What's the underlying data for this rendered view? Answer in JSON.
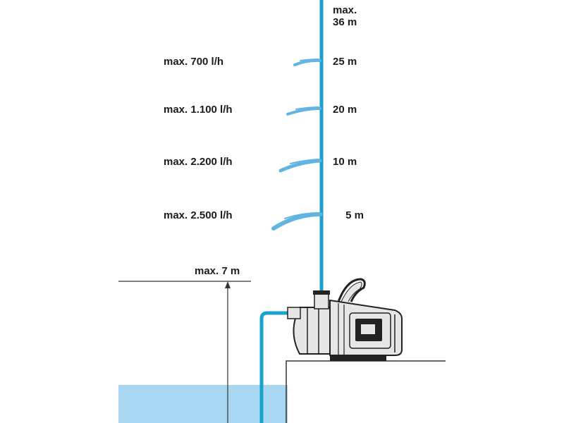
{
  "colors": {
    "pipe": "#1aa2cc",
    "water": "#a9d6f0",
    "spray": "#62b5e0",
    "line": "#333333",
    "pump_body": "#e6e6e6",
    "pump_outline": "#222222"
  },
  "max_height": {
    "line1": "max.",
    "line2": "36 m"
  },
  "levels": [
    {
      "flow": "max. 700 l/h",
      "height": "25 m"
    },
    {
      "flow": "max. 1.100 l/h",
      "height": "20 m"
    },
    {
      "flow": "max. 2.200 l/h",
      "height": "10 m"
    },
    {
      "flow": "max. 2.500 l/h",
      "height": "5 m"
    }
  ],
  "suction": {
    "label": "max. 7 m"
  }
}
